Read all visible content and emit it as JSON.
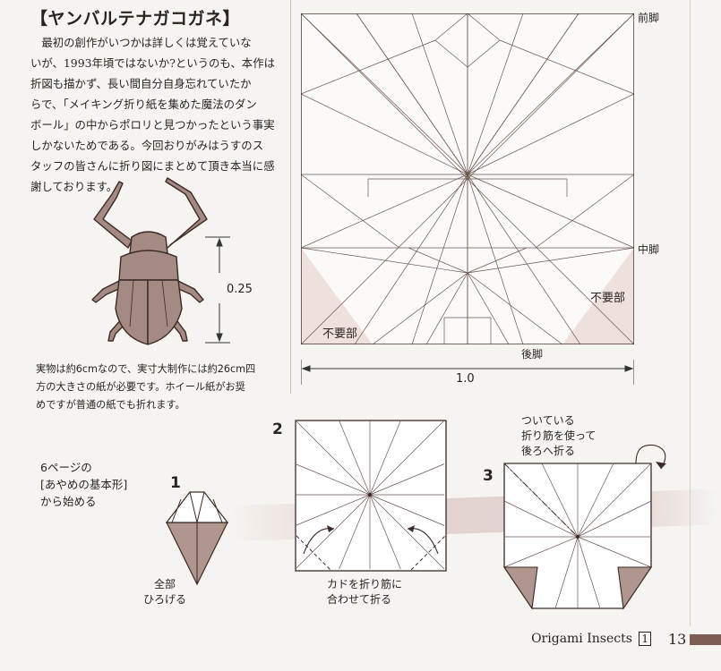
{
  "title": "【ヤンバルテナガコガネ】",
  "intro_lines": [
    "　最初の創作がいつかは詳しくは覚えていな",
    "いが、1993年頃ではないか?というのも、本作は",
    "折図も描かず、長い間自分自身忘れていたか",
    "らで、「メイキング折り紙を集めた魔法のダン",
    "ボール」の中からポロリと見つかったという事実",
    "しかないためである。今回おりがみはうすのス",
    "タッフの皆さんに折り図にまとめて頂き本当に感",
    "謝しております。"
  ],
  "beetle_dimension": "0.25",
  "note_lines": [
    "実物は約6cmなので、実寸大制作には約26cm四",
    "方の大きさの紙が必要です。ホイール紙がお奨",
    "めですが普通の紙でも折れます。"
  ],
  "crease_pattern": {
    "front_leg": "前脚",
    "middle_leg": "中脚",
    "back_leg": "後脚",
    "unneeded_left": "不要部",
    "unneeded_right": "不要部",
    "width_label": "1.0"
  },
  "start_note": [
    "6ページの",
    "[あやめの基本形]",
    "から始める"
  ],
  "steps": [
    {
      "number": "1",
      "caption": [
        "全部",
        "ひろげる"
      ]
    },
    {
      "number": "2",
      "caption": [
        "カドを折り筋に",
        "合わせて折る"
      ]
    },
    {
      "number": "3",
      "caption": [
        "ついている",
        "折り筋を使って",
        "後ろへ折る"
      ]
    }
  ],
  "footer": {
    "book": "Origami Insects",
    "volume": "1",
    "page": "13"
  },
  "colors": {
    "shade": "#eee0dc",
    "beetle": "#a48a82",
    "line": "#6b5650",
    "accent": "#7d5d55"
  }
}
